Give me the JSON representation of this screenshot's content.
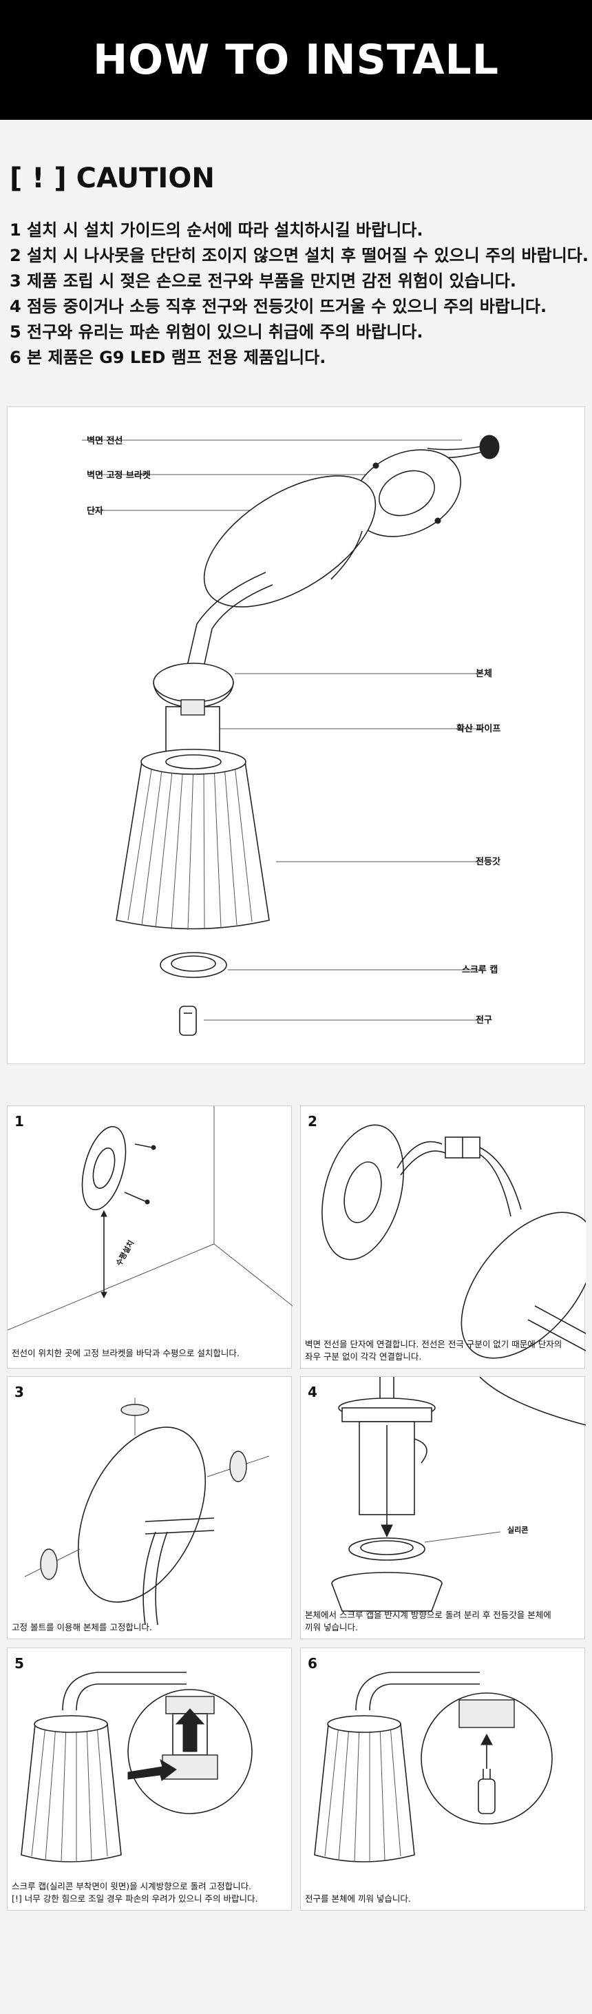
{
  "header": {
    "title": "HOW TO INSTALL"
  },
  "caution": {
    "title": "[ ! ] CAUTION",
    "items": [
      "1 설치 시 설치 가이드의 순서에 따라 설치하시길 바랍니다.",
      "2 설치 시 나사못을 단단히 조이지 않으면 설치 후 떨어질 수 있으니 주의 바랍니다.",
      "3 제품 조립 시 젖은 손으로 전구와 부품을 만지면 감전 위험이 있습니다.",
      "4 점등 중이거나 소등 직후 전구와 전등갓이 뜨거울 수 있으니 주의 바랍니다.",
      "5 전구와 유리는 파손 위험이 있으니 취급에 주의 바랍니다.",
      "6 본 제품은 G9 LED 램프 전용 제품입니다."
    ]
  },
  "parts": {
    "wall_wire": "벽면 전선",
    "wall_bracket": "벽면 고정 브라켓",
    "terminal": "단자",
    "body": "본체",
    "diffuser_pipe": "확산 파이프",
    "shade": "전등갓",
    "screw_cap": "스크루 캡",
    "bulb": "전구"
  },
  "steps": [
    {
      "num": "1",
      "caption": [
        "전선이 위치한 곳에 고정 브라켓을 바닥과 수평으로 설치합니다."
      ],
      "note": "수평설치"
    },
    {
      "num": "2",
      "caption": [
        "벽면 전선을 단자에 연결합니다. 전선은 전극 구분이 없기 때문에 단자의",
        "좌우 구분 없이 각각 연결합니다."
      ]
    },
    {
      "num": "3",
      "caption": [
        "고정 볼트를 이용해 본체를 고정합니다."
      ]
    },
    {
      "num": "4",
      "caption": [
        "본체에서 스크루 캡을 반시계 방향으로 돌려 분리 후 전등갓을 본체에",
        "끼워 넣습니다."
      ],
      "note": "실리콘"
    },
    {
      "num": "5",
      "caption": [
        "스크루 캡(실리콘 부착면이 윗면)을 시계방향으로 돌려 고정합니다.",
        "[!] 너무 강한 힘으로 조일 경우 파손의 우려가 있으니 주의 바랍니다."
      ]
    },
    {
      "num": "6",
      "caption": [
        "전구를 본체에 끼워 넣습니다."
      ]
    }
  ]
}
